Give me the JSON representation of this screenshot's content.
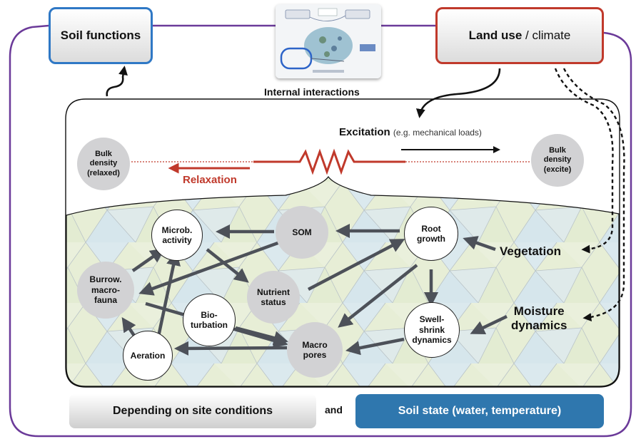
{
  "top": {
    "soil_functions": "Soil functions",
    "land_use": "Land use",
    "climate": "/ climate"
  },
  "caption": "Internal interactions",
  "excitation": {
    "label": "Excitation",
    "sub": "(e.g. mechanical loads)"
  },
  "relaxation": "Relaxation",
  "bulk": {
    "relaxed": [
      "Bulk",
      "density",
      "(relaxed)"
    ],
    "excite": [
      "Bulk",
      "density",
      "(excite)"
    ]
  },
  "nodes": {
    "microb": [
      "Microb.",
      "activity"
    ],
    "som": [
      "SOM"
    ],
    "root": [
      "Root",
      "growth"
    ],
    "burrow": [
      "Burrow.",
      "macro-",
      "fauna"
    ],
    "nutrient": [
      "Nutrient",
      "status"
    ],
    "bioturbation": [
      "Bio-",
      "turbation"
    ],
    "swell": [
      "Swell-",
      "shrink",
      "dynamics"
    ],
    "aeration": [
      "Aeration"
    ],
    "macropores": [
      "Macro",
      "pores"
    ]
  },
  "side": {
    "vegetation": "Vegetation",
    "moisture": [
      "Moisture",
      "dynamics"
    ]
  },
  "bottom": {
    "depending": "Depending on site conditions",
    "and": "and",
    "soil_state": "Soil state (water, temperature)"
  },
  "colors": {
    "frame_purple": "#6b3a99",
    "soil_functions_border": "#2f78c5",
    "land_use_border": "#c0392b",
    "arrow_gray": "#4d5159",
    "relaxation_red": "#c0392b",
    "soil_state_fill": "#2f77ae"
  }
}
